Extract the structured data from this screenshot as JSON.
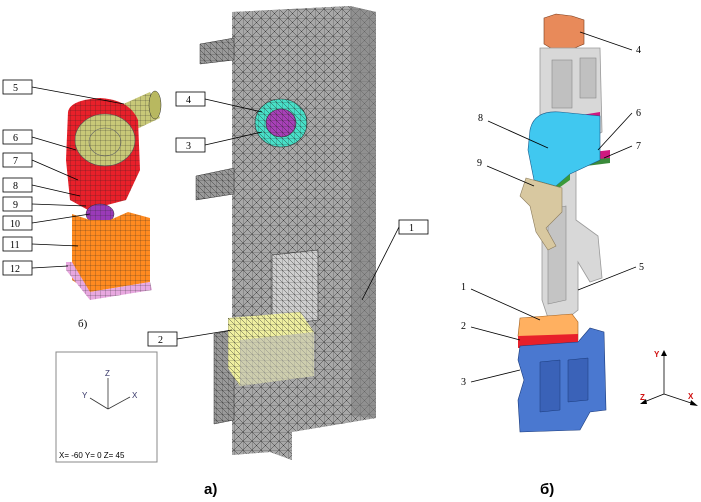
{
  "captions": {
    "a": "а)",
    "b": "б)",
    "b_small": "б)"
  },
  "left_labels": [
    "5",
    "6",
    "7",
    "8",
    "9",
    "10",
    "11",
    "12"
  ],
  "middle_labels": [
    "4",
    "3",
    "1",
    "2"
  ],
  "right_labels": [
    "4",
    "8",
    "6",
    "7",
    "9",
    "1",
    "5",
    "2",
    "3"
  ],
  "axes_inset": {
    "z": "Z",
    "y": "Y",
    "x": "X",
    "coords": "X= -60 Y=   0 Z=  45"
  },
  "right_axes": {
    "y": "Y",
    "z": "Z",
    "x": "X"
  },
  "colors": {
    "mesh_gray": "#9a9a9a",
    "red": "#e8202a",
    "olive": "#c8c878",
    "purple": "#9a3ab8",
    "orange": "#ff8a20",
    "pink": "#e8a8e0",
    "cyan": "#40c8f0",
    "magenta": "#d01880",
    "tan": "#d8c8a0",
    "blue": "#4a78d0",
    "copper": "#e88a5a",
    "light_gray": "#d8d8d8"
  }
}
